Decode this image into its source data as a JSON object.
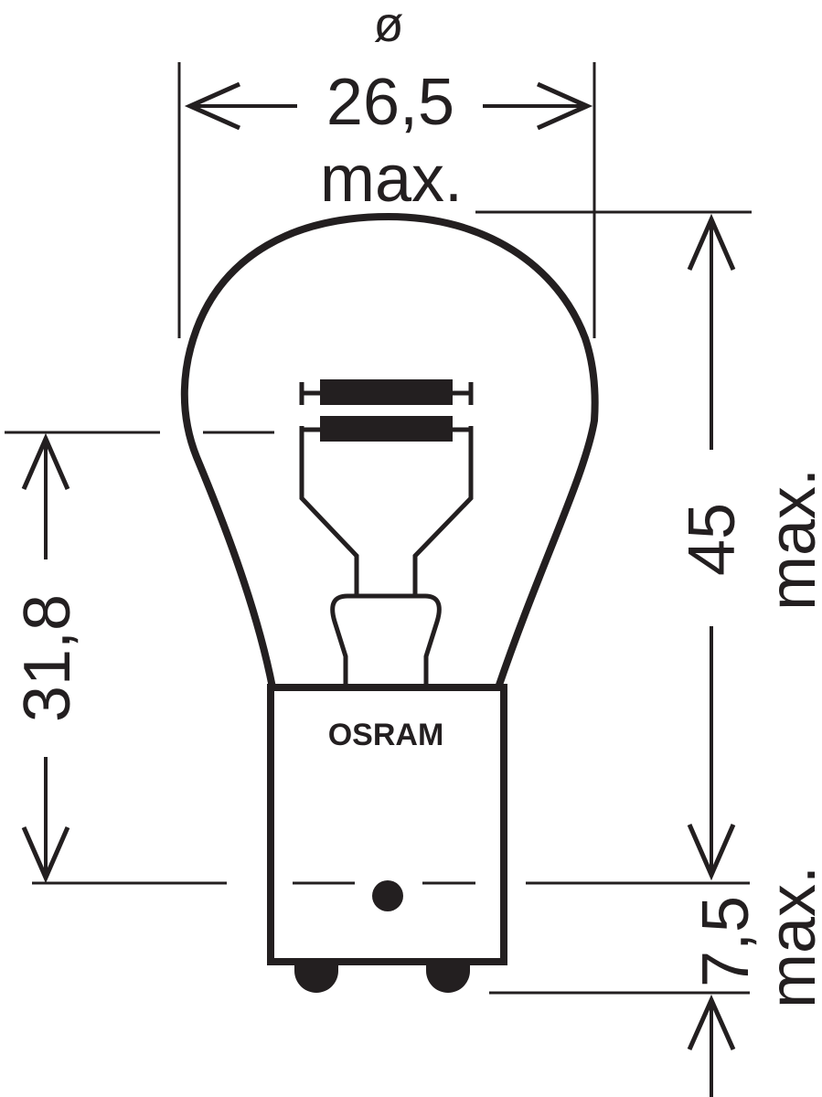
{
  "diagram": {
    "title": "Bulb dimensions drawing",
    "brand_label": "OSRAM",
    "diameter": {
      "symbol": "ø",
      "value": "26,5",
      "qualifier": "max."
    },
    "overall_length": {
      "value": "45",
      "qualifier": "max."
    },
    "light_center_length": {
      "value": "31,8"
    },
    "base_pin_height": {
      "value": "7,5",
      "qualifier": "max."
    },
    "colors": {
      "ink": "#231f20",
      "background": "#ffffff"
    }
  }
}
